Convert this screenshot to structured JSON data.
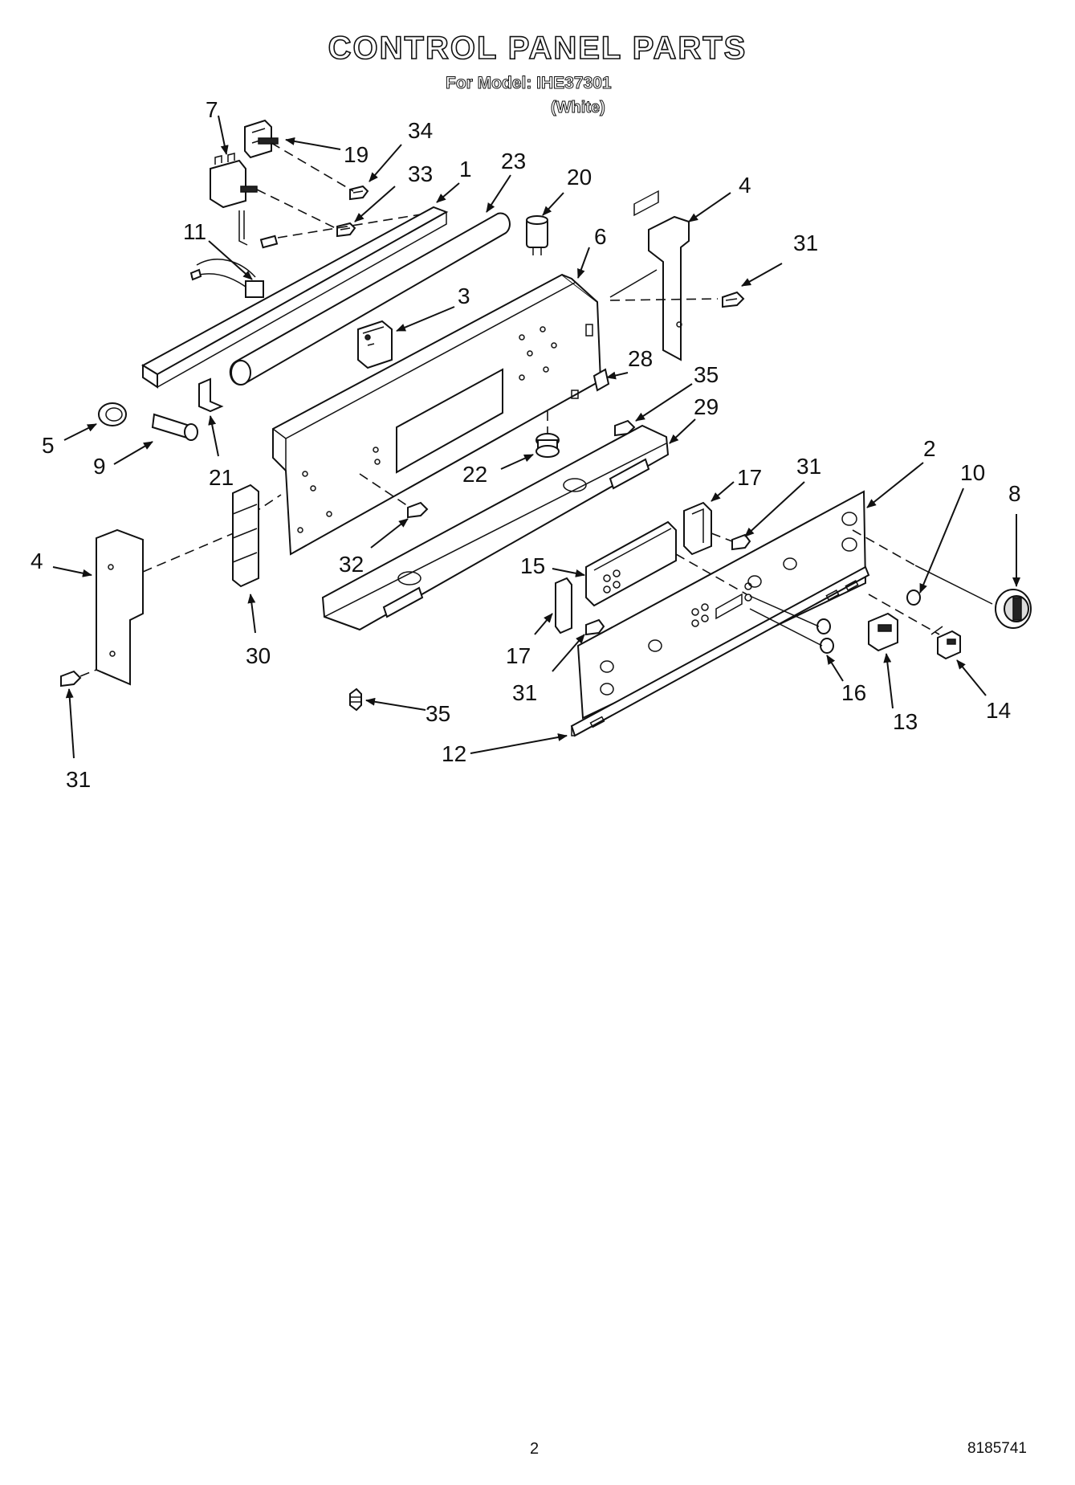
{
  "header": {
    "title": "CONTROL PANEL PARTS",
    "model_line": "For Model: IHE37301",
    "variant": "(White)"
  },
  "footer": {
    "page_number": "2",
    "document_number": "8185741"
  },
  "callouts": [
    {
      "id": "c7",
      "label": "7"
    },
    {
      "id": "c34",
      "label": "34"
    },
    {
      "id": "c19",
      "label": "19"
    },
    {
      "id": "c33",
      "label": "33"
    },
    {
      "id": "c1",
      "label": "1"
    },
    {
      "id": "c23",
      "label": "23"
    },
    {
      "id": "c20",
      "label": "20"
    },
    {
      "id": "c4a",
      "label": "4"
    },
    {
      "id": "c31a",
      "label": "31"
    },
    {
      "id": "c11",
      "label": "11"
    },
    {
      "id": "c6",
      "label": "6"
    },
    {
      "id": "c3",
      "label": "3"
    },
    {
      "id": "c28",
      "label": "28"
    },
    {
      "id": "c35a",
      "label": "35"
    },
    {
      "id": "c29",
      "label": "29"
    },
    {
      "id": "c5",
      "label": "5"
    },
    {
      "id": "c9",
      "label": "9"
    },
    {
      "id": "c21",
      "label": "21"
    },
    {
      "id": "c22",
      "label": "22"
    },
    {
      "id": "c2",
      "label": "2"
    },
    {
      "id": "c10",
      "label": "10"
    },
    {
      "id": "c8",
      "label": "8"
    },
    {
      "id": "c17a",
      "label": "17"
    },
    {
      "id": "c31b",
      "label": "31"
    },
    {
      "id": "c32",
      "label": "32"
    },
    {
      "id": "c15",
      "label": "15"
    },
    {
      "id": "c4b",
      "label": "4"
    },
    {
      "id": "c30",
      "label": "30"
    },
    {
      "id": "c17b",
      "label": "17"
    },
    {
      "id": "c31c",
      "label": "31"
    },
    {
      "id": "c16",
      "label": "16"
    },
    {
      "id": "c13",
      "label": "13"
    },
    {
      "id": "c14",
      "label": "14"
    },
    {
      "id": "c35b",
      "label": "35"
    },
    {
      "id": "c12",
      "label": "12"
    },
    {
      "id": "c31d",
      "label": "31"
    }
  ]
}
